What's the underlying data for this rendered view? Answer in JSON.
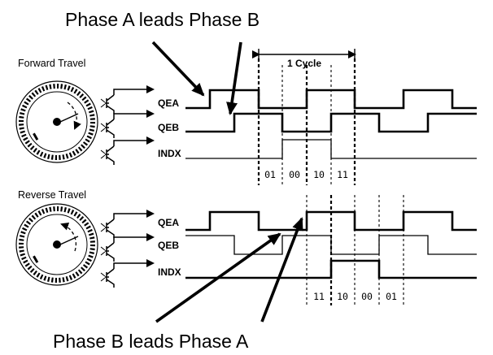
{
  "callouts": {
    "top": "Phase A leads Phase B",
    "bottom": "Phase B leads Phase A"
  },
  "forward": {
    "title": "Forward Travel",
    "signals": [
      "QEA",
      "QEB",
      "INDX"
    ],
    "states": [
      "01",
      "00",
      "10",
      "11"
    ],
    "cycle_label": "1 Cycle"
  },
  "reverse": {
    "title": "Reverse Travel",
    "signals": [
      "QEA",
      "QEB",
      "INDX"
    ],
    "states": [
      "11",
      "10",
      "00",
      "01"
    ]
  }
}
